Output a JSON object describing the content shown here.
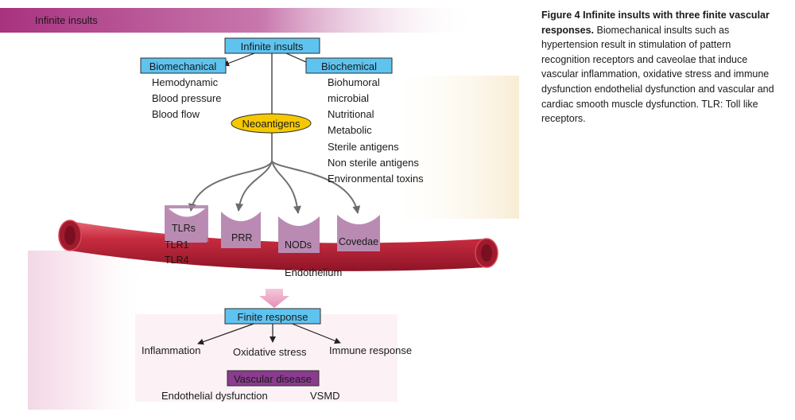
{
  "header": {
    "title": "Infinite insults"
  },
  "diagram": {
    "root": "Infinite insults",
    "biomechanical": {
      "label": "Biomechanical",
      "items": [
        "Hemodynamic",
        "Blood pressure",
        "Blood flow"
      ]
    },
    "biochemical": {
      "label": "Biochemical",
      "items": [
        "Biohumoral",
        "microbial",
        "Nutritional",
        "Metabolic",
        "Sterile antigens",
        "Non sterile antigens",
        "Environmental toxins"
      ]
    },
    "neoantigens": "Neoantigens",
    "receptors": {
      "tlrs": "TLRs",
      "tlr1": "TLR1",
      "tlr4": "TLR4",
      "prr": "PRR",
      "nods": "NODs",
      "caveolae": "Covedae"
    },
    "endothelium": "Endothelium",
    "finite_response": "Finite response",
    "responses": [
      "Inflammation",
      "Oxidative stress",
      "Immune response"
    ],
    "vascular_disease": "Vascular disease",
    "outcomes": [
      "Endothelial dysfunction",
      "VSMD"
    ]
  },
  "caption": {
    "bold": "Figure 4  Infinite insults with three finite vascular responses.",
    "text": " Biomechanical insults such as hypertension result in stimulation of pattern recognition receptors and caveolae that induce vascular inflammation, oxidative stress and immune dysfunction endothelial dysfunction and vascular and cardiac smooth muscle dysfunction. TLR: Toll like receptors."
  },
  "colors": {
    "box_blue": "#5fc3f0",
    "box_purple": "#8b3c8f",
    "vessel": "#c0283a",
    "neo_fill": "#f5c800",
    "header_band": "#b24a8c"
  }
}
